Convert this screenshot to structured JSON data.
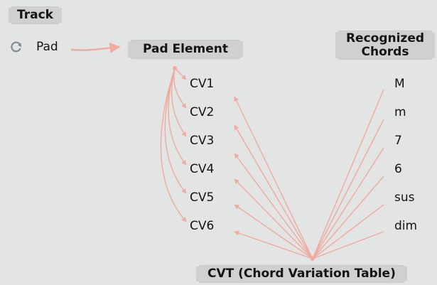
{
  "track": {
    "header": "Track",
    "item_label": "Pad",
    "item_icon": "refresh-icon"
  },
  "pad_element": {
    "label": "Pad Element",
    "variations": [
      "CV1",
      "CV2",
      "CV3",
      "CV4",
      "CV5",
      "CV6"
    ]
  },
  "recognized_chords": {
    "title_line1": "Recognized",
    "title_line2": "Chords",
    "items": [
      "M",
      "m",
      "7",
      "6",
      "sus",
      "dim"
    ]
  },
  "cvt": {
    "label": "CVT (Chord Variation Table)"
  },
  "colors": {
    "background": "#e3e4e4",
    "label_box": "#d0d0d0",
    "arrow": "#f0aaa0",
    "text": "#141414"
  }
}
